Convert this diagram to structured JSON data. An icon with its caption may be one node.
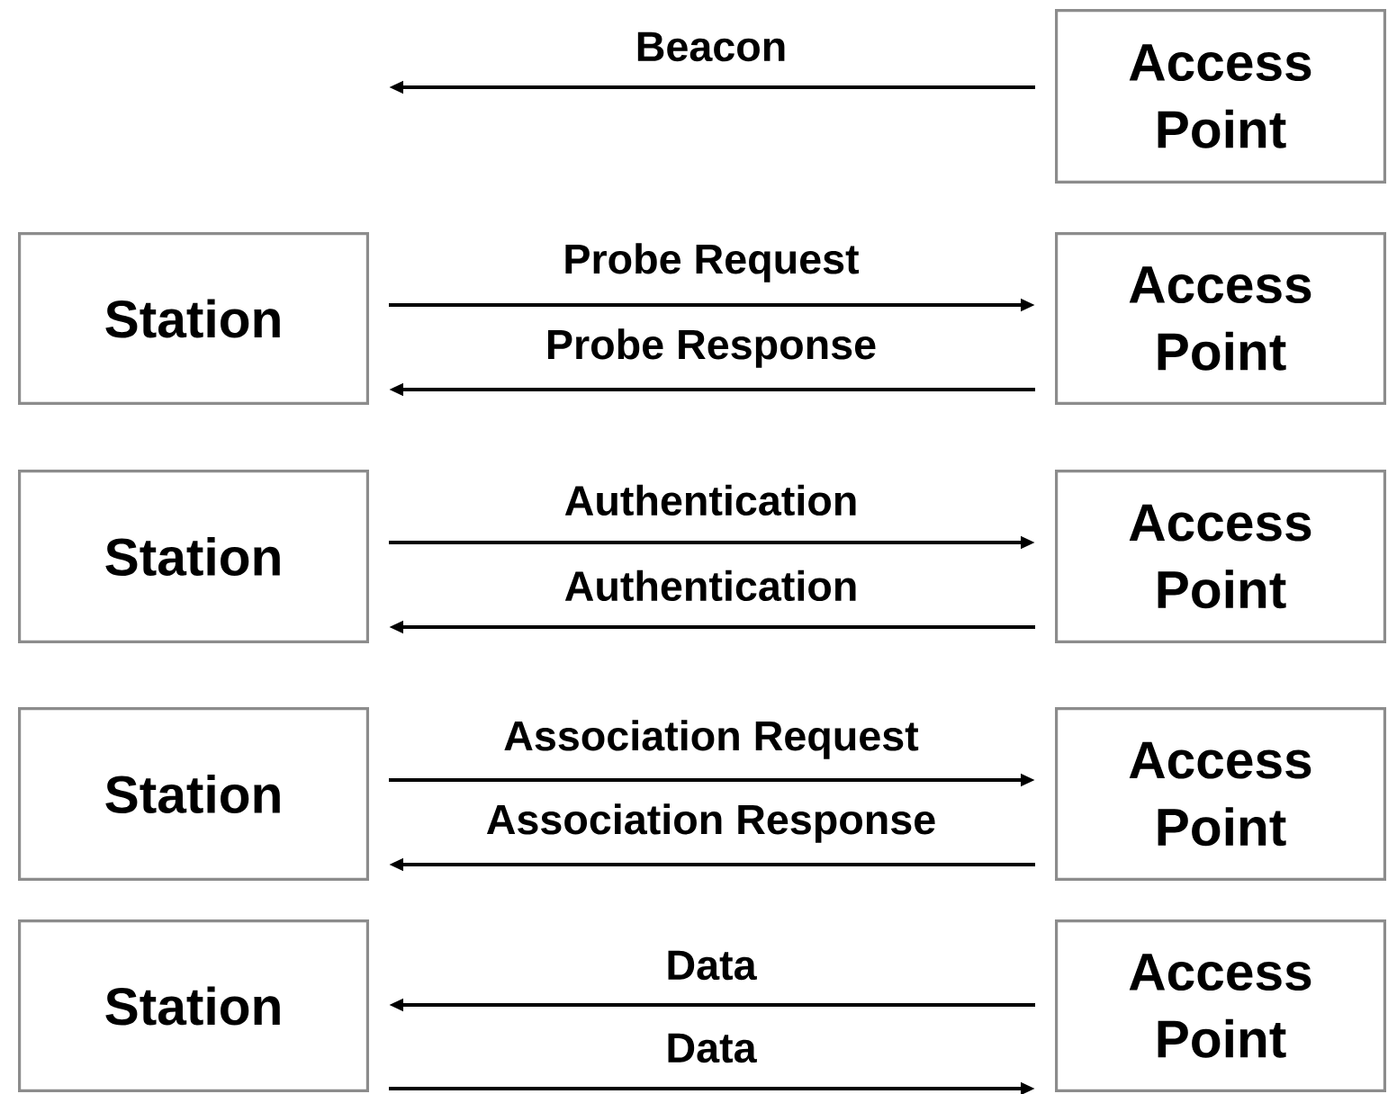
{
  "diagram": {
    "nodes": [
      {
        "text": [
          "Access Point"
        ]
      },
      {
        "text": [
          "Station"
        ]
      },
      {
        "text": [
          "Access Point"
        ]
      },
      {
        "text": [
          "Station"
        ]
      },
      {
        "text": [
          "Access Point"
        ]
      },
      {
        "text": [
          "Station"
        ]
      },
      {
        "text": [
          "Access Point"
        ]
      },
      {
        "text": [
          "Station"
        ]
      },
      {
        "text": [
          "Access Point"
        ]
      }
    ],
    "edges": [
      {
        "from": 0,
        "to": null,
        "arrow": "to",
        "label": "Beacon"
      },
      {
        "from": 1,
        "to": 2,
        "arrow": "to",
        "label": "Probe Request"
      },
      {
        "from": 2,
        "to": 1,
        "arrow": "to",
        "label": "Probe Response"
      },
      {
        "from": 3,
        "to": 4,
        "arrow": "to",
        "label": "Authentication"
      },
      {
        "from": 4,
        "to": 3,
        "arrow": "to",
        "label": "Authentication"
      },
      {
        "from": 5,
        "to": 6,
        "arrow": "to",
        "label": "Association Request"
      },
      {
        "from": 6,
        "to": 5,
        "arrow": "to",
        "label": "Association Response"
      },
      {
        "from": 8,
        "to": 7,
        "arrow": "to",
        "label": "Data"
      },
      {
        "from": 7,
        "to": 8,
        "arrow": "to",
        "label": "Data"
      }
    ]
  }
}
